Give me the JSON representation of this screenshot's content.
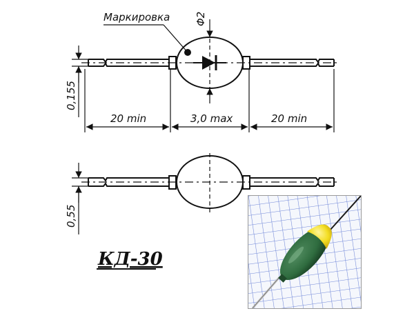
{
  "marking_label": "Маркировка",
  "diameter_label": "Φ2",
  "thickness_top": "0,155",
  "thickness_bottom": "0,55",
  "lead_length_left": "20 min",
  "body_length": "3,0 max",
  "lead_length_right": "20 min",
  "part_name": "КД-30",
  "colors": {
    "body": "#2f6c3f",
    "marking_band": "#f3dd21",
    "grid": "#6f86d8"
  }
}
